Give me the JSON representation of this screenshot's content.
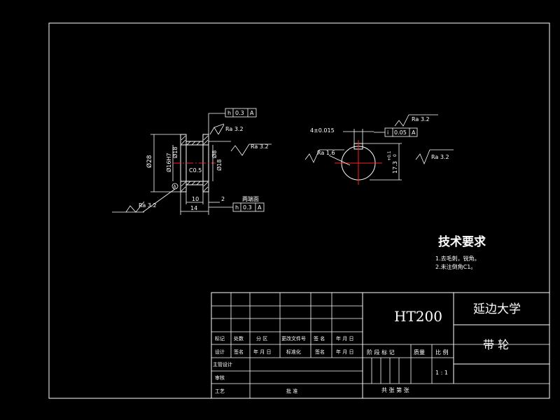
{
  "drawing": {
    "left_view": {
      "dim_outer_dia": "Ø28",
      "dim_bore_h7": "Ø16H7",
      "dim_hub_dia": "Ø18",
      "dim_right_a": "Ø8",
      "dim_right_b": "Ø18",
      "chamfer": "C0.5",
      "dim_length_10": "10",
      "dim_length_2": "2",
      "dim_length_14": "14",
      "both_faces_label": "两端面",
      "tol_top_symbol": "h",
      "tol_top_value": "0.3",
      "tol_top_datum": "A",
      "tol_bottom_symbol": "h",
      "tol_bottom_value": "0.3",
      "tol_bottom_datum": "A",
      "rough_top": "Ra 3.2",
      "rough_right": "Ra 3.2",
      "rough_bottom_left": "Ra 3.2",
      "datum_marker": "A"
    },
    "right_view": {
      "keyway_width": "4±0.015",
      "tol_symbol": "i",
      "tol_value": "0.05",
      "tol_datum": "A",
      "rough_top": "Ra 3.2",
      "rough_left": "Ra 1.6",
      "rough_right": "Ra 3.2",
      "dim_keyway_depth": "17.3",
      "dim_keyway_depth_tol": "+0.1",
      "dim_keyway_depth_tol_low": "0"
    },
    "technical_requirements": {
      "title": "技术要求",
      "items": [
        "1.去毛刺，锐角。",
        "2.未注倒角C1。"
      ]
    }
  },
  "title_block": {
    "material": "HT200",
    "school": "延边大学",
    "part_name": "带  轮",
    "header_row1": [
      "标记",
      "处数",
      "分 区",
      "更改文件号",
      "签 名",
      "年 月 日"
    ],
    "header_row2": [
      "设计",
      "签名",
      "年 月 日",
      "标准化",
      "签名",
      "年 月 日"
    ],
    "left_labels": [
      "主管设计",
      "审核",
      "工艺"
    ],
    "approve_label": "批 准",
    "stage_label": "阶 段 标 记",
    "weight_label": "质量",
    "scale_label": "比 例",
    "scale_value": "1 : 1",
    "sheets_label": "共   张   第   张"
  }
}
